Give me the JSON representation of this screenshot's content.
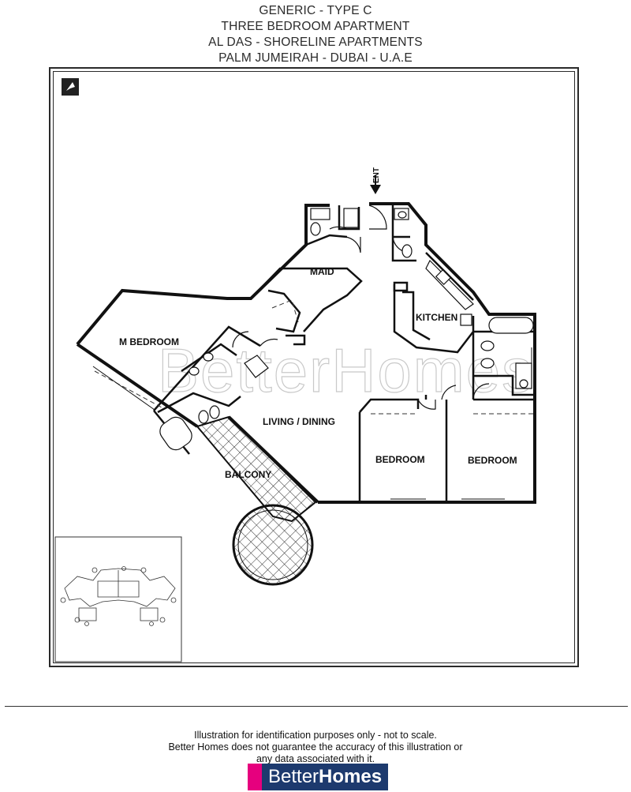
{
  "header": {
    "line1": "GENERIC - TYPE C",
    "line2": "THREE BEDROOM APARTMENT",
    "line3": "AL DAS - SHORELINE APARTMENTS",
    "line4": "PALM JUMEIRAH - DUBAI - U.A.E"
  },
  "plan": {
    "entry_label": "ENT",
    "rooms": {
      "maid": "MAID",
      "kitchen": "KITCHEN",
      "master_bedroom": "M BEDROOM",
      "living_dining": "LIVING / DINING",
      "balcony": "BALCONY",
      "bedroom_1": "BEDROOM",
      "bedroom_2": "BEDROOM"
    },
    "watermark": "BetterHomes"
  },
  "disclaimer": {
    "line1": "Illustration for identification purposes only - not to scale.",
    "line2": "Better Homes does not guarantee the accuracy of this illustration or",
    "line3": "any data associated with it."
  },
  "brand": {
    "part1": "Better",
    "part2": "Homes",
    "mark_color": "#e6007e",
    "bg_color": "#1d3a6e"
  }
}
